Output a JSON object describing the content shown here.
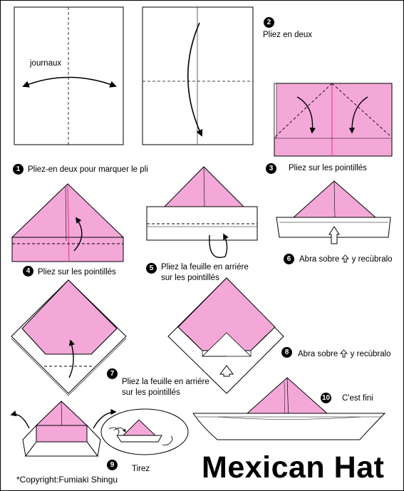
{
  "title": "Mexican Hat",
  "copyright": "*Copyright:Fumiaki Shingu",
  "colors": {
    "paper": "#f4a8d8",
    "fold_line": "#e0308e",
    "outline": "#000000"
  },
  "steps": [
    {
      "num": "1",
      "text": "Pliez-en deux  pour marquer le pli"
    },
    {
      "num": "2",
      "text": "Pliez en deux"
    },
    {
      "num": "3",
      "text": "Pliez sur les pointillés"
    },
    {
      "num": "4",
      "text": "Pliez sur les pointillés"
    },
    {
      "num": "5",
      "text": "Pliez la feuille en arriére",
      "text2": "sur les pointillés"
    },
    {
      "num": "6",
      "text": "Abra sobre",
      "text2": "y recùbralo"
    },
    {
      "num": "7",
      "text": "Pliez la feuille en arriére",
      "text2": "sur les pointillés"
    },
    {
      "num": "8",
      "text": "Abra sobre",
      "text2": "y recùbralo"
    },
    {
      "num": "9",
      "text": "Tirez"
    },
    {
      "num": "10",
      "text": "C'est fini"
    }
  ],
  "labels": {
    "newspaper": "journaux"
  }
}
